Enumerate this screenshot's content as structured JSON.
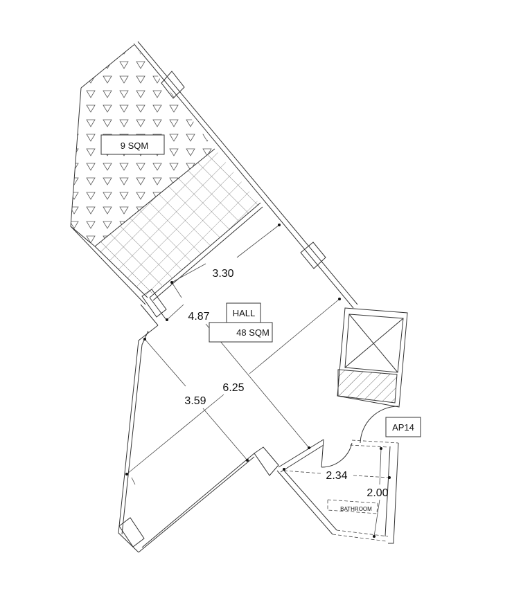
{
  "plan": {
    "terrace_area": "9 SQM",
    "hall_label": "HALL",
    "hall_area": "48 SQM",
    "apartment_label": "AP14",
    "bathroom_label": "BATHROOM",
    "dimensions": {
      "d1": "3.30",
      "d2": "4.87",
      "d3": "6.25",
      "d4": "3.59",
      "d5": "2.34",
      "d6": "2.00"
    }
  }
}
